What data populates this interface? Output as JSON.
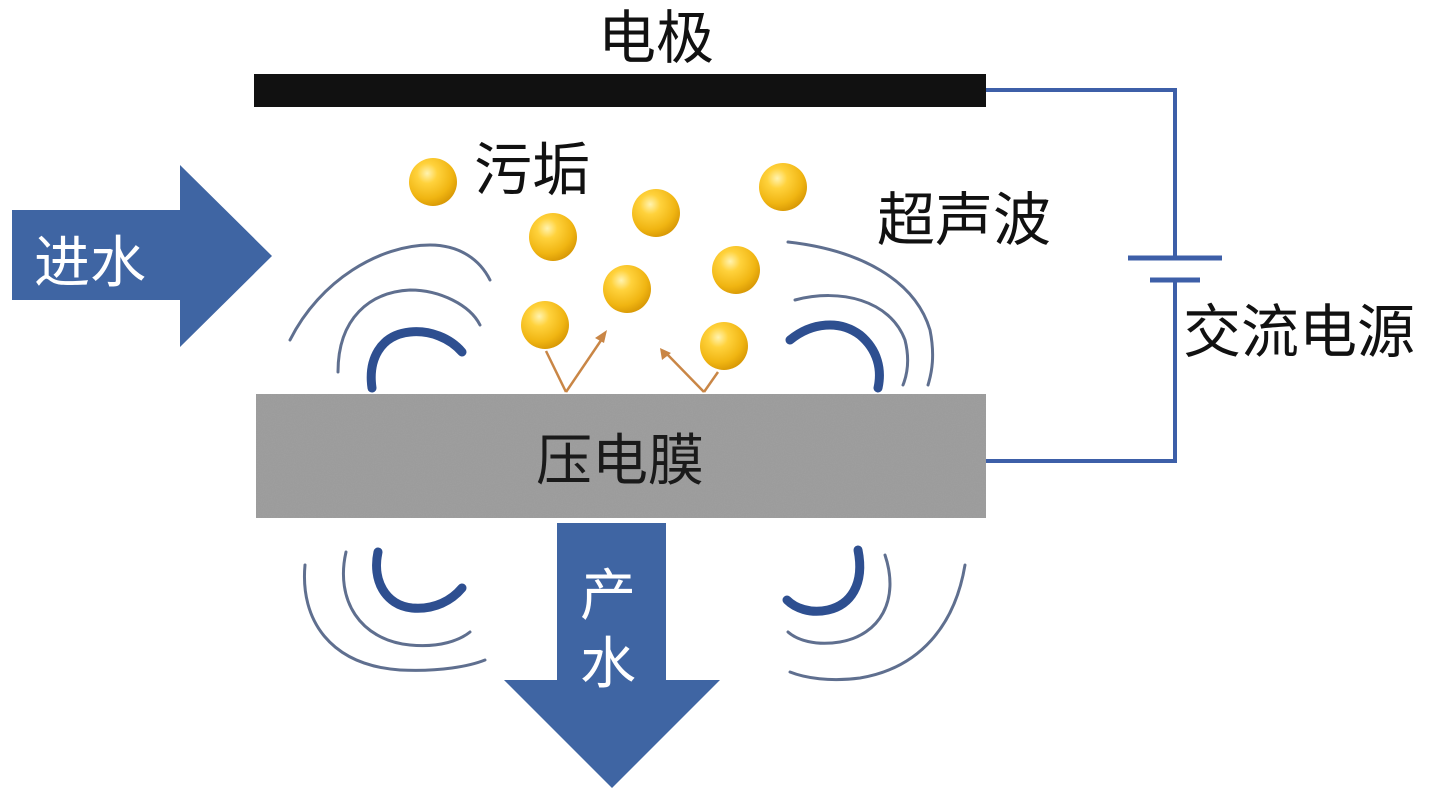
{
  "labels": {
    "electrode": "电极",
    "foulant": "污垢",
    "ultrasound": "超声波",
    "inlet_water": "进水",
    "ac_power": "交流电源",
    "piezo_membrane": "压电膜",
    "product_water_line1": "产",
    "product_water_line2": "水"
  },
  "colors": {
    "electrode": "#111111",
    "membrane": "#9a9a9a",
    "flow_arrow": "#3f65a3",
    "wire": "#3d5fa8",
    "wave_thick": "#2e4f90",
    "wave_thin": "#5f6f8f",
    "particle": "#f0b512",
    "vibration_arrow": "#c98646"
  },
  "icons": {
    "inlet": "right-arrow-icon",
    "outlet": "down-arrow-icon",
    "battery": "battery-symbol-icon"
  }
}
